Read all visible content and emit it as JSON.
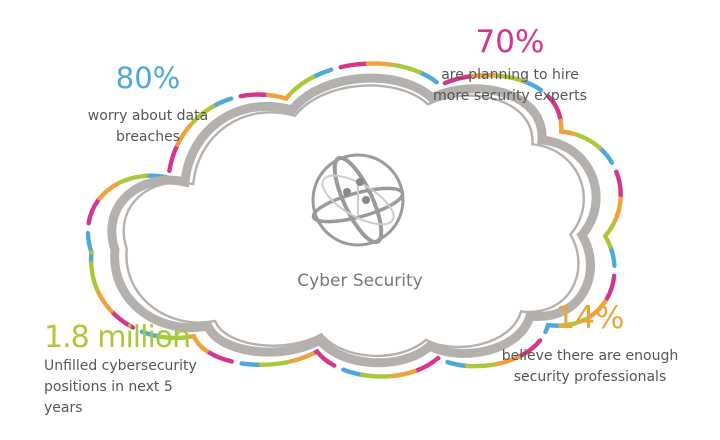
{
  "center": {
    "label": "Cyber Security",
    "icon": "globe-orbit-icon"
  },
  "stats": [
    {
      "value": "80%",
      "lines": [
        "worry about data",
        "breaches"
      ],
      "color": "#4fa8dc"
    },
    {
      "value": "70%",
      "lines": [
        "are planning to hire",
        "more security experts"
      ],
      "color": "#d4368c"
    },
    {
      "value": "14%",
      "lines": [
        "believe there are enough",
        "security professionals"
      ],
      "color": "#f0a23a"
    },
    {
      "value": "1.8 million",
      "lines": [
        "Unfilled cybersecurity",
        "positions in next 5",
        "years"
      ],
      "color": "#a9c93b"
    }
  ]
}
